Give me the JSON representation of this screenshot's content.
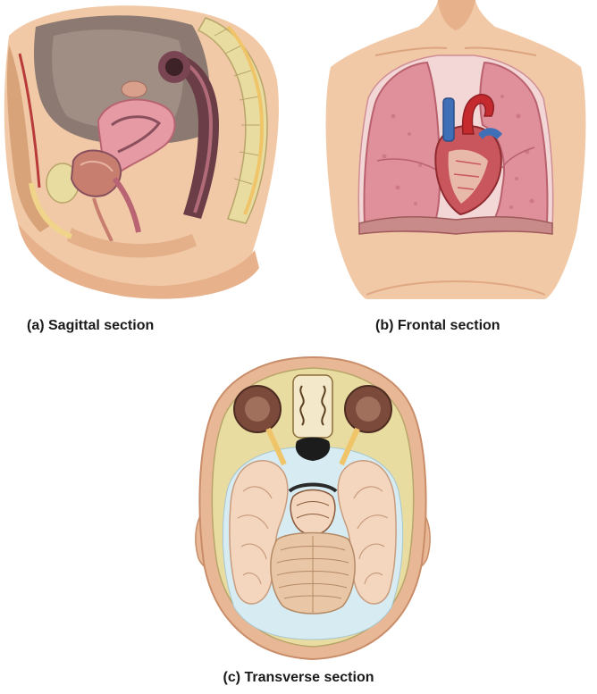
{
  "figure": {
    "panels": [
      {
        "id": "a",
        "caption": "(a) Sagittal section",
        "subject": "sagittal-pelvis-illustration"
      },
      {
        "id": "b",
        "caption": "(b) Frontal section",
        "subject": "frontal-thorax-illustration"
      },
      {
        "id": "c",
        "caption": "(c) Transverse section",
        "subject": "transverse-head-illustration"
      }
    ]
  },
  "colors": {
    "skin": "#f1c9a6",
    "skin_shade": "#e7b18b",
    "bone": "#e9dca0",
    "tissue_pink": "#e59aa4",
    "organ_dark": "#8a4f5d",
    "lung": "#e0909b",
    "heart_red": "#c42a2e",
    "vein_blue": "#3e6fb7",
    "brain": "#f4d6be",
    "csf": "#d6ecf2"
  }
}
